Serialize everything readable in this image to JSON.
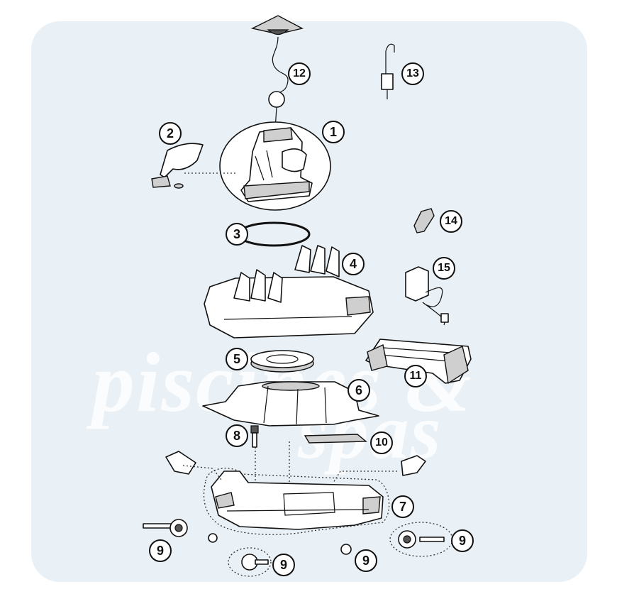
{
  "watermark": {
    "line1": "piscines &",
    "line2": "spas"
  },
  "callouts": {
    "c1": "1",
    "c2": "2",
    "c3": "3",
    "c4": "4",
    "c5": "5",
    "c6": "6",
    "c7": "7",
    "c8": "8",
    "c9a": "9",
    "c9b": "9",
    "c9c": "9",
    "c9d": "9",
    "c10": "10",
    "c11": "11",
    "c12": "12",
    "c13": "13",
    "c14": "14",
    "c15": "15"
  }
}
